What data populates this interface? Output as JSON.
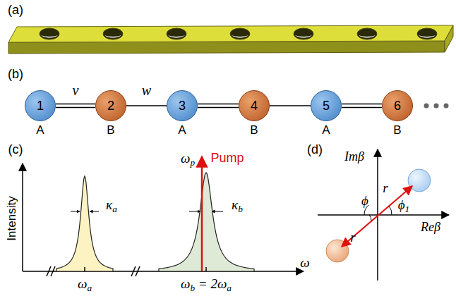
{
  "diagram": {
    "nodes": [
      {
        "text": [
          "1",
          "A"
        ]
      },
      {
        "text": [
          "2",
          "B"
        ]
      },
      {
        "text": [
          "3",
          "A"
        ]
      },
      {
        "text": [
          "4",
          "B"
        ]
      },
      {
        "text": [
          "5",
          "A"
        ]
      },
      {
        "text": [
          "6",
          "B"
        ]
      }
    ],
    "edges": [
      {
        "from": 0,
        "to": 1,
        "arrow": "none",
        "label": "v"
      },
      {
        "from": 1,
        "to": 2,
        "arrow": "none",
        "label": "w"
      },
      {
        "from": 2,
        "to": 3,
        "arrow": "none"
      },
      {
        "from": 3,
        "to": 4,
        "arrow": "none"
      },
      {
        "from": 4,
        "to": 5,
        "arrow": "none"
      }
    ],
    "labels": [
      "(a)",
      "(b)",
      "(c)",
      "(d)",
      "Intensity",
      "κa",
      "κb",
      "ωa",
      "ωb = 2ωa",
      "ω",
      "ωp",
      "Pump",
      "Imβ",
      "Reβ",
      "r",
      "r",
      "ϕ",
      "ϕ1"
    ]
  }
}
